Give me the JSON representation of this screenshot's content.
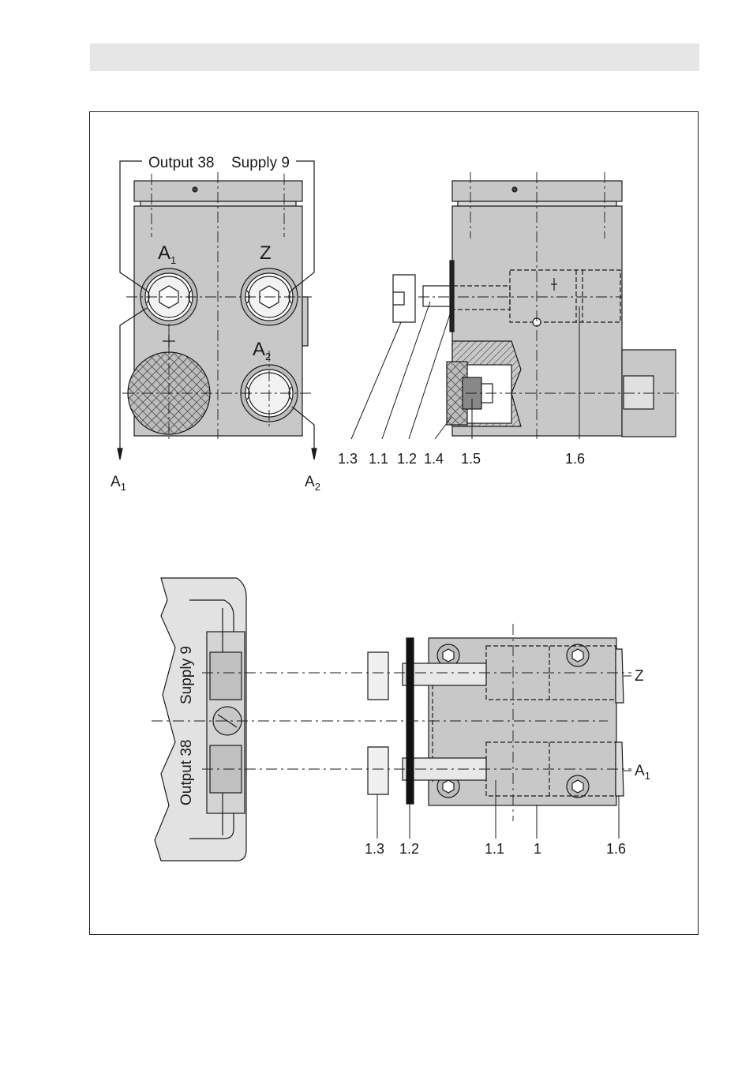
{
  "labels": {
    "output": "Output 38",
    "supply": "Supply 9",
    "port_a": "A",
    "port_z": "Z",
    "sub_1": "1",
    "sub_2": "2",
    "p1_0": "1",
    "p1_1": "1.1",
    "p1_2": "1.2",
    "p1_3": "1.3",
    "p1_4": "1.4",
    "p1_5": "1.5",
    "p1_6": "1.6"
  },
  "colors": {
    "body_gray": "#c8c8c8",
    "header_gray": "#e6e6e6",
    "line": "#1a1a1a"
  }
}
